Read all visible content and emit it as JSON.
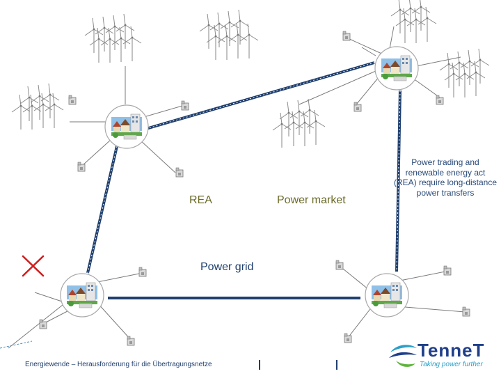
{
  "labels": {
    "rea": "REA",
    "market": "Power market",
    "grid": "Power grid"
  },
  "note": "Power trading and renewable energy act (REA) require long-distance power transfers",
  "footer": {
    "text": "Energiewende – Herausforderung für die Übertragungsnetze"
  },
  "logo": {
    "name": "TenneT",
    "slogan": "Taking power further"
  },
  "colors": {
    "line": "#1f3f6e",
    "label_olive": "#6b6b2a",
    "cross": "#d21c1c",
    "logo_blue": "#1f3f8a",
    "logo_cyan": "#2aa0c8",
    "logo_green": "#5fb43c"
  },
  "icons": [
    "wind-turbine-icon",
    "power-plant-icon",
    "town-icon",
    "cross-icon"
  ]
}
